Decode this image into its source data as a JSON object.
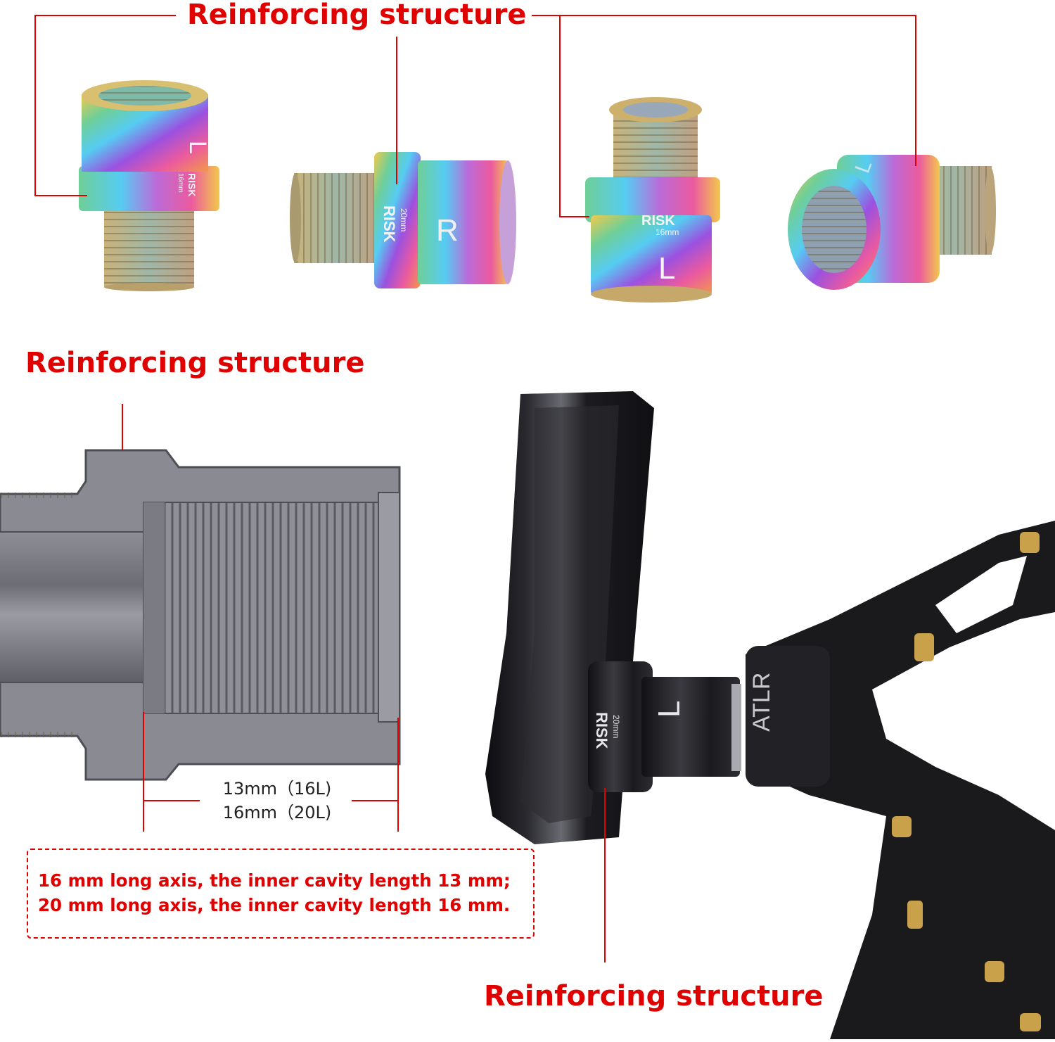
{
  "labels": {
    "top": "Reinforcing structure",
    "middle": "Reinforcing structure",
    "bottom": "Reinforcing structure"
  },
  "dimensions": {
    "line1": "13mm（16L)",
    "line2": "16mm（20L)"
  },
  "note": {
    "line1": "16 mm long axis, the inner cavity length 13 mm;",
    "line2": "20 mm long axis, the inner cavity length 16 mm."
  },
  "parts": [
    {
      "brand": "RISK",
      "size": "16mm",
      "side": "L"
    },
    {
      "brand": "RISK",
      "size": "20mm",
      "side": "R"
    },
    {
      "brand": "RISK",
      "size": "16mm",
      "side": "L"
    },
    {
      "brand": "",
      "size": "",
      "side": "L"
    }
  ],
  "installed": {
    "brand": "RISK",
    "size": "20mm",
    "side": "L",
    "pedal_brand": "ATLR"
  },
  "colors": {
    "accent": "#e00000",
    "section_gray": "#7a7a82",
    "pedal_black": "#1a1a1c"
  }
}
